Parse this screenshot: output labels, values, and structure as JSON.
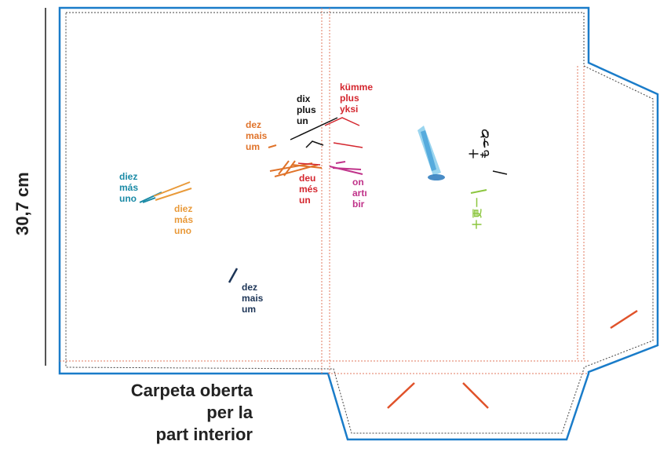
{
  "dimension_label": "30,7 cm",
  "caption_lines": [
    "Carpeta oberta",
    "per la",
    "part interior"
  ],
  "colors": {
    "outline": "#1a7cc9",
    "fold_lines": "#e07a5f",
    "dashed_inner": "#444444",
    "teal": "#1a8aa6",
    "orange": "#e99a3a",
    "red": "#d4262e",
    "dark_navy": "#1d3557",
    "magenta": "#c0338a",
    "orange_red": "#e0522a",
    "green": "#8cc63f",
    "black": "#111111"
  },
  "labels": {
    "diez_mas_uno_teal": [
      "diez",
      "más",
      "uno"
    ],
    "diez_mas_uno_orange": [
      "diez",
      "más",
      "uno"
    ],
    "dez_mais_um_orange": [
      "dez",
      "mais",
      "um"
    ],
    "dix_plus_un": [
      "dix",
      "plus",
      "un"
    ],
    "kumme_plus_yksi": [
      "kümme",
      "plus",
      "yksi"
    ],
    "deu_mes_un": [
      "deu",
      "més",
      "un"
    ],
    "on_arti_bir": [
      "on",
      "artı",
      "bir"
    ],
    "dez_mais_um_navy": [
      "dez",
      "mais",
      "um"
    ],
    "jp_vertical": [
      "十",
      "もっと",
      "一つ"
    ],
    "zh_vertical": [
      "十",
      "更",
      "一"
    ]
  }
}
